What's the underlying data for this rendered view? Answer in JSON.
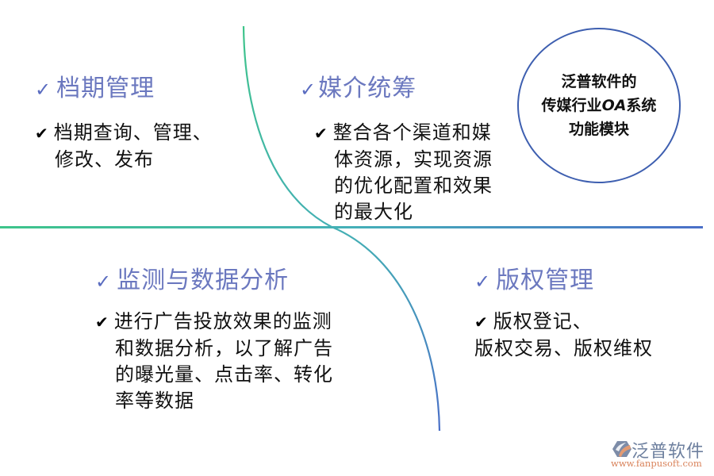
{
  "center": {
    "lines": [
      "泛普软件的",
      "传媒行业",
      "OA",
      "系统",
      "功能模块"
    ]
  },
  "quadrants": {
    "top_left": {
      "title": "档期管理",
      "body_lines": [
        "档期查询、管理、",
        "修改、发布"
      ]
    },
    "top_right": {
      "title": "媒介统筹",
      "body_lines": [
        "整合各个渠道和媒",
        "体资源，实现资源",
        "的优化配置和效果",
        "的最大化"
      ]
    },
    "bottom_left": {
      "title": "监测与数据分析",
      "body_lines": [
        "进行广告投放效果的监测",
        "和数据分析，以了解广告",
        "的曝光量、点击率、转化",
        "率等数据"
      ]
    },
    "bottom_right": {
      "title": "版权管理",
      "body_lines": [
        "版权登记、",
        "版权交易、版权维权"
      ]
    }
  },
  "icons": {
    "check": "✓",
    "bullet_check": "✔"
  },
  "logo": {
    "name": "泛普软件",
    "url": "www.fanpusoft.com"
  },
  "colors": {
    "heading": "#6b78bf",
    "body_text": "#111111",
    "circle_border": "#3e5fb0",
    "line_green": "#3ec48a",
    "line_blue": "#4a6fc8",
    "logo_name": "#6d7f9e",
    "logo_url": "#d9825a"
  }
}
